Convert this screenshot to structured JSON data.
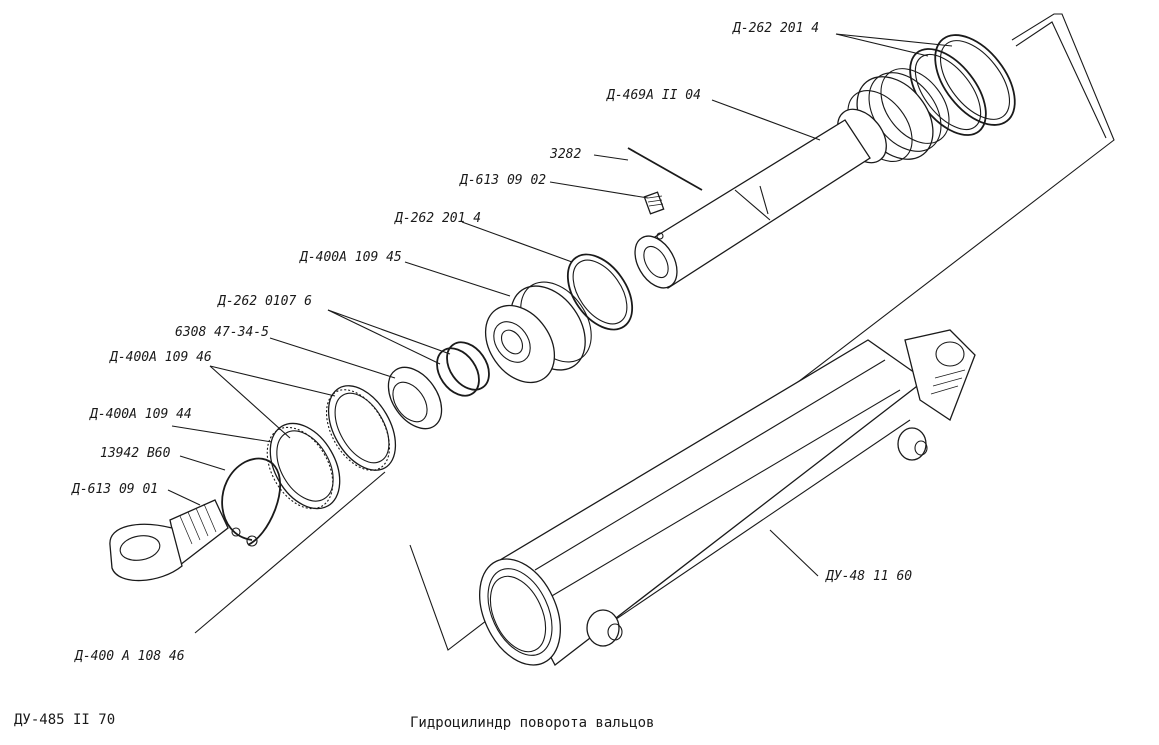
{
  "labels": {
    "ring_top": "Д-262 201 4",
    "rod": "Д-469А II 04",
    "wire": "3282",
    "screw_top": "Д-613 09 02",
    "ring_mid": "Д-262 201 4",
    "piston": "Д-400А 109 45",
    "small_rings": "Д-262 0107 6",
    "bearing": "6308 47-34-5",
    "bush_46": "Д-400А 109 46",
    "bush_44": "Д-400А 109 44",
    "circlip": "13942 В60",
    "rod_end": "Д-613 09 01",
    "bush_bottom": "Д-400 А 108 46",
    "cylinder": "ДУ-48 11 60"
  },
  "caption": {
    "doc_code": "ДУ-485 II 70",
    "title": "Гидроцилиндр поворота вальцов"
  }
}
